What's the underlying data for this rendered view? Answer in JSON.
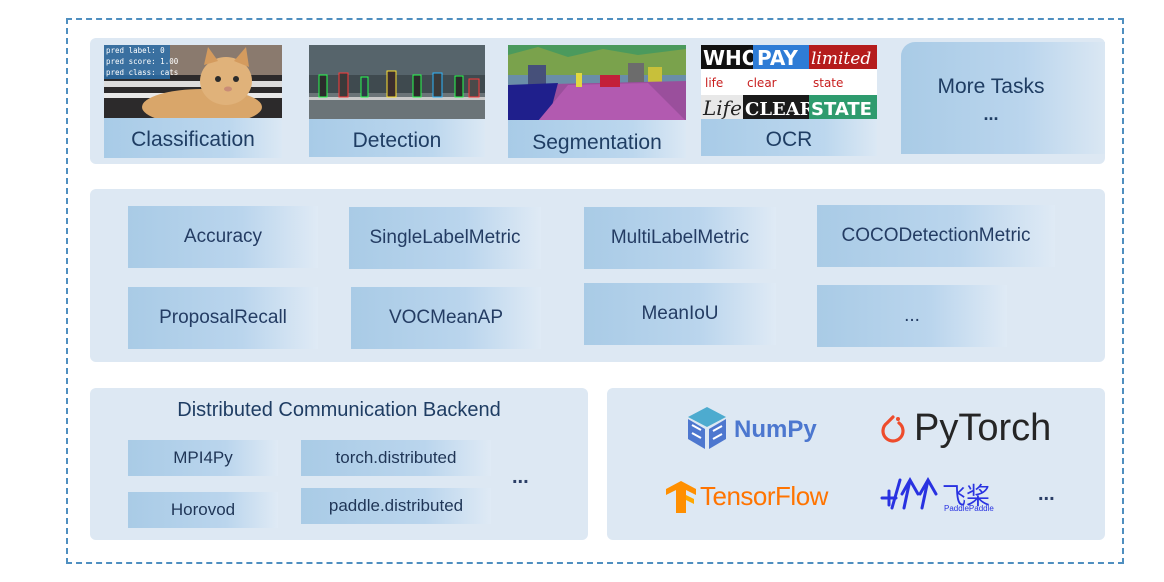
{
  "tasks": [
    {
      "label": "Classification",
      "overlay": [
        "pred label: 0",
        "pred score: 1.00",
        "pred class: cats"
      ]
    },
    {
      "label": "Detection"
    },
    {
      "label": "Segmentation"
    },
    {
      "label": "OCR",
      "words": [
        "WHO",
        "PAY",
        "limited",
        "life",
        "clear",
        "state",
        "Life",
        "CLEAR",
        "STATE"
      ]
    },
    {
      "label": "More Tasks",
      "ellipsis": "..."
    }
  ],
  "metrics": [
    "Accuracy",
    "SingleLabelMetric",
    "MultiLabelMetric",
    "COCODetectionMetric",
    "ProposalRecall",
    "VOCMeanAP",
    "MeanIoU",
    "..."
  ],
  "distributed": {
    "title": "Distributed Communication Backend",
    "items": [
      "MPI4Py",
      "torch.distributed",
      "Horovod",
      "paddle.distributed"
    ],
    "more": "..."
  },
  "frameworks": {
    "numpy": "NumPy",
    "pytorch": "PyTorch",
    "tensorflow": "TensorFlow",
    "paddle": "飞桨",
    "paddle_sub": "PaddlePaddle",
    "more": "..."
  },
  "colors": {
    "frame": "#4f8fc0",
    "panel": "#dde8f3",
    "box": "#a9cbe6",
    "text": "#243c63",
    "numpy": "#4c77cf",
    "pytorch_logo": "#ee4c2c",
    "tensorflow": "#ff8f00",
    "paddle": "#2932e1"
  }
}
